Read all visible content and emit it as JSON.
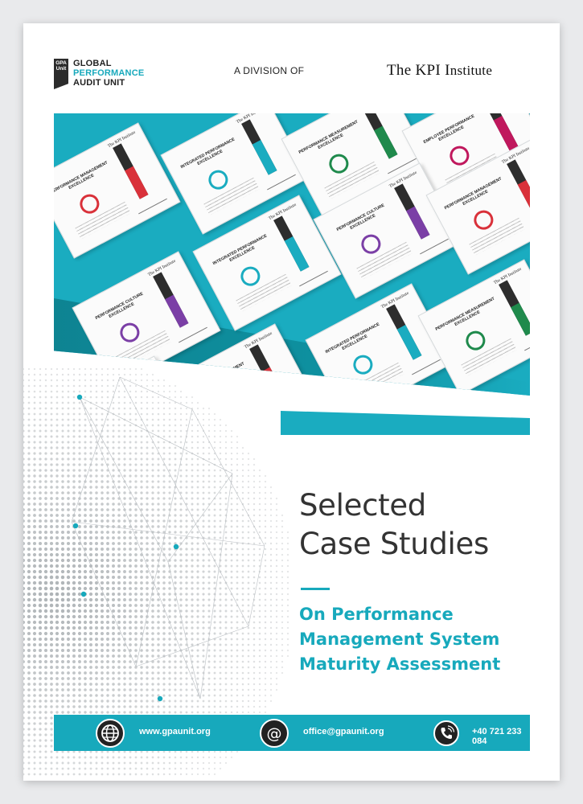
{
  "header": {
    "logo_badge_1": "GPA",
    "logo_badge_2": "Unit",
    "logo_line_1": "GLOBAL",
    "logo_line_2": "PERFORMANCE",
    "logo_line_3": "AUDIT UNIT",
    "division": "A DIVISION OF",
    "brand_the": "The ",
    "brand_k": "KPI ",
    "brand_i": "I",
    "brand_rest": "nstitute"
  },
  "certificates": [
    {
      "brand": "The KPI Institute",
      "title": "PERFORMANCE MANAGEMENT EXCELLENCE",
      "accent": "#d9313a",
      "level": 0.55
    },
    {
      "brand": "The KPI Institute",
      "title": "INTEGRATED PERFORMANCE EXCELLENCE",
      "accent": "#1aacc0",
      "level": 0.6
    },
    {
      "brand": "The KPI Institute",
      "title": "PERFORMANCE MEASUREMENT EXCELLENCE",
      "accent": "#1f8a4c",
      "level": 0.55
    },
    {
      "brand": "The KPI Institute",
      "title": "EMPLOYEE PERFORMANCE EXCELLENCE",
      "accent": "#c0185d",
      "level": 0.6
    },
    {
      "brand": "The KPI Institute",
      "title": "PERFORMANCE CULTURE EXCELLENCE",
      "accent": "#7b3fa6",
      "level": 0.55
    },
    {
      "brand": "The KPI Institute",
      "title": "INTEGRATED PERFORMANCE EXCELLENCE",
      "accent": "#1aacc0",
      "level": 0.6
    },
    {
      "brand": "The KPI Institute",
      "title": "PERFORMANCE CULTURE EXCELLENCE",
      "accent": "#7b3fa6",
      "level": 0.55
    },
    {
      "brand": "The KPI Institute",
      "title": "PERFORMANCE MANAGEMENT EXCELLENCE",
      "accent": "#d9313a",
      "level": 0.6
    }
  ],
  "title": {
    "line1": "Selected",
    "line2": "Case Studies"
  },
  "subtitle": {
    "line1": "On Performance",
    "line2": "Management System",
    "line3": "Maturity Assessment"
  },
  "footer": {
    "website": "www.gpaunit.org",
    "email": "office@gpaunit.org",
    "phone": "+40 721 233 084",
    "icons": [
      "globe-icon",
      "at-sign-icon",
      "phone-icon"
    ]
  },
  "colors": {
    "accent": "#17a9bc",
    "dark_teal": "#0c7f8d",
    "text": "#333333"
  }
}
